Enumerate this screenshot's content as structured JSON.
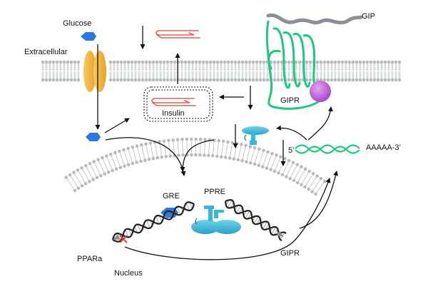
{
  "labels": {
    "glucose": "Glucose",
    "extracellular": "Extracellular",
    "insulin": "Insulin",
    "gip": "GIP",
    "gipr_receptor": "GIPR",
    "five_prime": "5’",
    "poly_a": "AAAAA-3’",
    "gre": "GRE",
    "ppre": "PPRE",
    "gipr_gene": "GIPR",
    "ppara": "PPARa",
    "nucleus": "Nucleus"
  },
  "colors": {
    "insulin": "#e0605a",
    "gipr": "#1ec97e",
    "gip": "#8a9096",
    "glucose": "#2b78e4",
    "transporter": "#f1b43a",
    "membrane": "#b7bbc0",
    "nuclear_receptor": "#3ab7d8",
    "adenylyl": "#b84bd8",
    "inhibit_x": "#e23b3b"
  }
}
